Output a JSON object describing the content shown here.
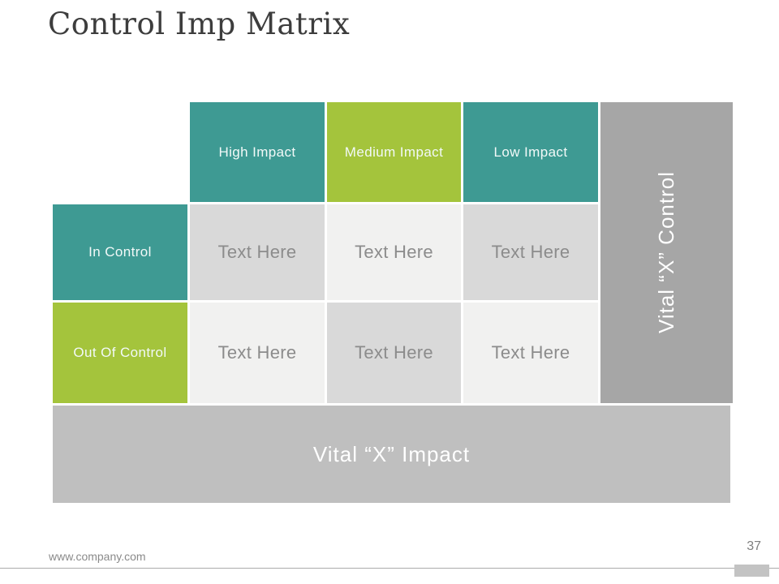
{
  "slide": {
    "title": "Control Imp Matrix",
    "footer": {
      "url": "www.company.com",
      "page_number": "37"
    }
  },
  "matrix": {
    "column_headers": [
      {
        "label": "High Impact",
        "bg": "#3E9A93"
      },
      {
        "label": "Medium Impact",
        "bg": "#A4C43C"
      },
      {
        "label": "Low Impact",
        "bg": "#3E9A93"
      }
    ],
    "row_headers": [
      {
        "label": "In Control",
        "bg": "#3E9A93"
      },
      {
        "label": "Out Of Control",
        "bg": "#A4C43C"
      }
    ],
    "rows": [
      {
        "cells": [
          {
            "text": "Text Here",
            "bg": "#D9D9D9"
          },
          {
            "text": "Text Here",
            "bg": "#F1F1F0"
          },
          {
            "text": "Text Here",
            "bg": "#D9D9D9"
          }
        ]
      },
      {
        "cells": [
          {
            "text": "Text Here",
            "bg": "#F1F1F0"
          },
          {
            "text": "Text Here",
            "bg": "#D9D9D9"
          },
          {
            "text": "Text Here",
            "bg": "#F1F1F0"
          }
        ]
      }
    ],
    "right_axis_label": "Vital “X” Control",
    "bottom_axis_label": "Vital “X” Impact",
    "axis_bars": {
      "right_bg": "#A6A6A6",
      "bottom_bg": "#BFBFBF"
    }
  },
  "colors": {
    "teal": "#3E9A93",
    "green": "#A4C43C",
    "title_text": "#3D3D3D",
    "cell_text": "#8C8C8C",
    "dark_cell": "#D9D9D9",
    "light_cell": "#F1F1F0"
  }
}
